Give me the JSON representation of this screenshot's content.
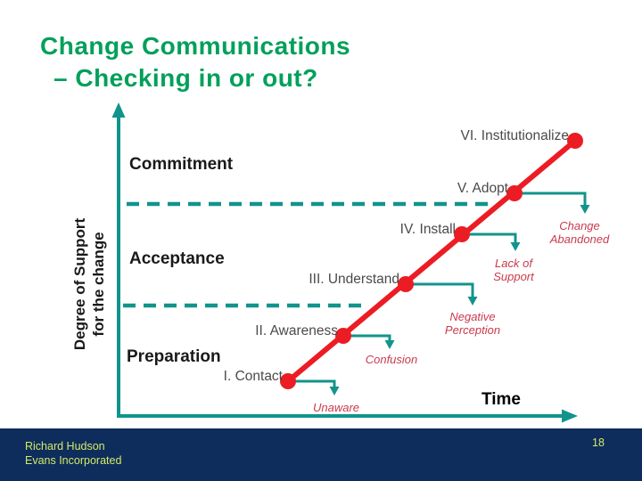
{
  "slide": {
    "title_lines": [
      "Change Communications",
      "– Checking in or out?"
    ],
    "page_number": "18"
  },
  "footer": {
    "lines": [
      "Richard Hudson",
      "Evans Incorporated"
    ]
  },
  "axes": {
    "y_label_lines": [
      "Degree of Support",
      "for the change"
    ],
    "x_label": "Time"
  },
  "zones": [
    {
      "label": "Commitment"
    },
    {
      "label": "Acceptance"
    },
    {
      "label": "Preparation"
    }
  ],
  "stages": [
    {
      "label": "I. Contact",
      "risk_lines": [
        "Unaware"
      ]
    },
    {
      "label": "II. Awareness",
      "risk_lines": [
        "Confusion"
      ]
    },
    {
      "label": "III. Understand",
      "risk_lines": [
        "Negative",
        "Perception"
      ]
    },
    {
      "label": "IV. Install",
      "risk_lines": [
        "Lack of",
        "Support"
      ]
    },
    {
      "label": "V. Adopt",
      "risk_lines": [
        "Change",
        "Abandoned"
      ]
    },
    {
      "label": "VI. Institutionalize",
      "risk_lines": []
    }
  ],
  "colors": {
    "title-green": "#00a05a",
    "teal": "#11948c",
    "trend-red": "#ec1c24",
    "risk-red": "#c93b4d",
    "stage-gray": "#4a4a4a",
    "text-black": "#1a1a1a",
    "footer-navy": "#0e2d5c",
    "footer-text": "#d3ea67"
  }
}
